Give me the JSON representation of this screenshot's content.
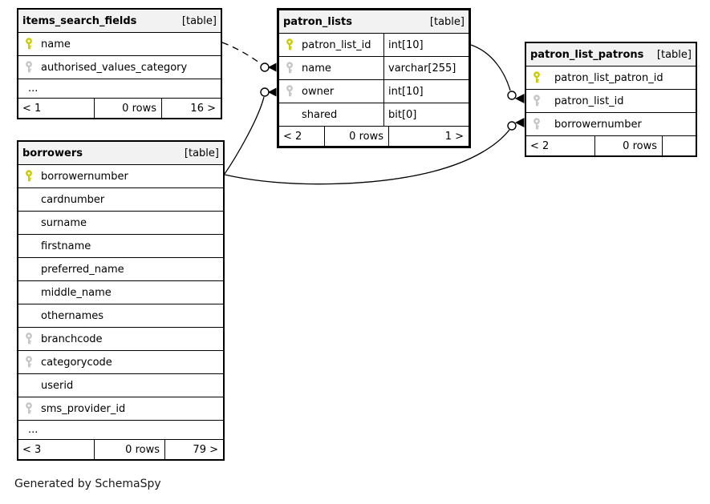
{
  "note": "Generated by SchemaSpy",
  "colors": {
    "primary_key": "#cbcb00",
    "foreign_key": "#c6c6c6",
    "header_bg": "#f2f2f2",
    "line": "#000000"
  },
  "tables": [
    {
      "title": "items_search_fields",
      "badge": "[table]",
      "has_types": false,
      "columns": [
        {
          "name": "name",
          "key": "pk"
        },
        {
          "name": "authorised_values_category",
          "key": "fk"
        },
        {
          "name": "...",
          "key": "",
          "ellipsis": true
        }
      ],
      "footer": {
        "left": "< 1",
        "mid": "0 rows",
        "right": "16 >"
      }
    },
    {
      "title": "patron_lists",
      "badge": "[table]",
      "has_types": true,
      "columns": [
        {
          "name": "patron_list_id",
          "key": "pk",
          "type": "int[10]"
        },
        {
          "name": "name",
          "key": "fk",
          "type": "varchar[255]"
        },
        {
          "name": "owner",
          "key": "fk",
          "type": "int[10]"
        },
        {
          "name": "shared",
          "key": "",
          "type": "bit[0]"
        }
      ],
      "footer": {
        "left": "< 2",
        "mid": "0 rows",
        "right": "1 >"
      }
    },
    {
      "title": "patron_list_patrons",
      "badge": "[table]",
      "has_types": false,
      "columns": [
        {
          "name": "patron_list_patron_id",
          "key": "pk"
        },
        {
          "name": "patron_list_id",
          "key": "fk"
        },
        {
          "name": "borrowernumber",
          "key": "fk"
        }
      ],
      "footer": {
        "left": "< 2",
        "mid": "0 rows",
        "right": ""
      }
    },
    {
      "title": "borrowers",
      "badge": "[table]",
      "has_types": false,
      "columns": [
        {
          "name": "borrowernumber",
          "key": "pk"
        },
        {
          "name": "cardnumber",
          "key": ""
        },
        {
          "name": "surname",
          "key": ""
        },
        {
          "name": "firstname",
          "key": ""
        },
        {
          "name": "preferred_name",
          "key": ""
        },
        {
          "name": "middle_name",
          "key": ""
        },
        {
          "name": "othernames",
          "key": ""
        },
        {
          "name": "branchcode",
          "key": "fk"
        },
        {
          "name": "categorycode",
          "key": "fk"
        },
        {
          "name": "userid",
          "key": ""
        },
        {
          "name": "sms_provider_id",
          "key": "fk"
        },
        {
          "name": "...",
          "key": "",
          "ellipsis": true
        }
      ],
      "footer": {
        "left": "< 3",
        "mid": "0 rows",
        "right": "79 >"
      }
    }
  ],
  "relationships": [
    {
      "from": "items_search_fields.name",
      "to": "patron_lists.name",
      "style": "dashed"
    },
    {
      "from": "borrowers.borrowernumber",
      "to": "patron_lists.owner",
      "style": "solid"
    },
    {
      "from": "patron_lists.patron_list_id",
      "to": "patron_list_patrons.patron_list_id",
      "style": "solid"
    },
    {
      "from": "borrowers.borrowernumber",
      "to": "patron_list_patrons.borrowernumber",
      "style": "solid"
    }
  ]
}
